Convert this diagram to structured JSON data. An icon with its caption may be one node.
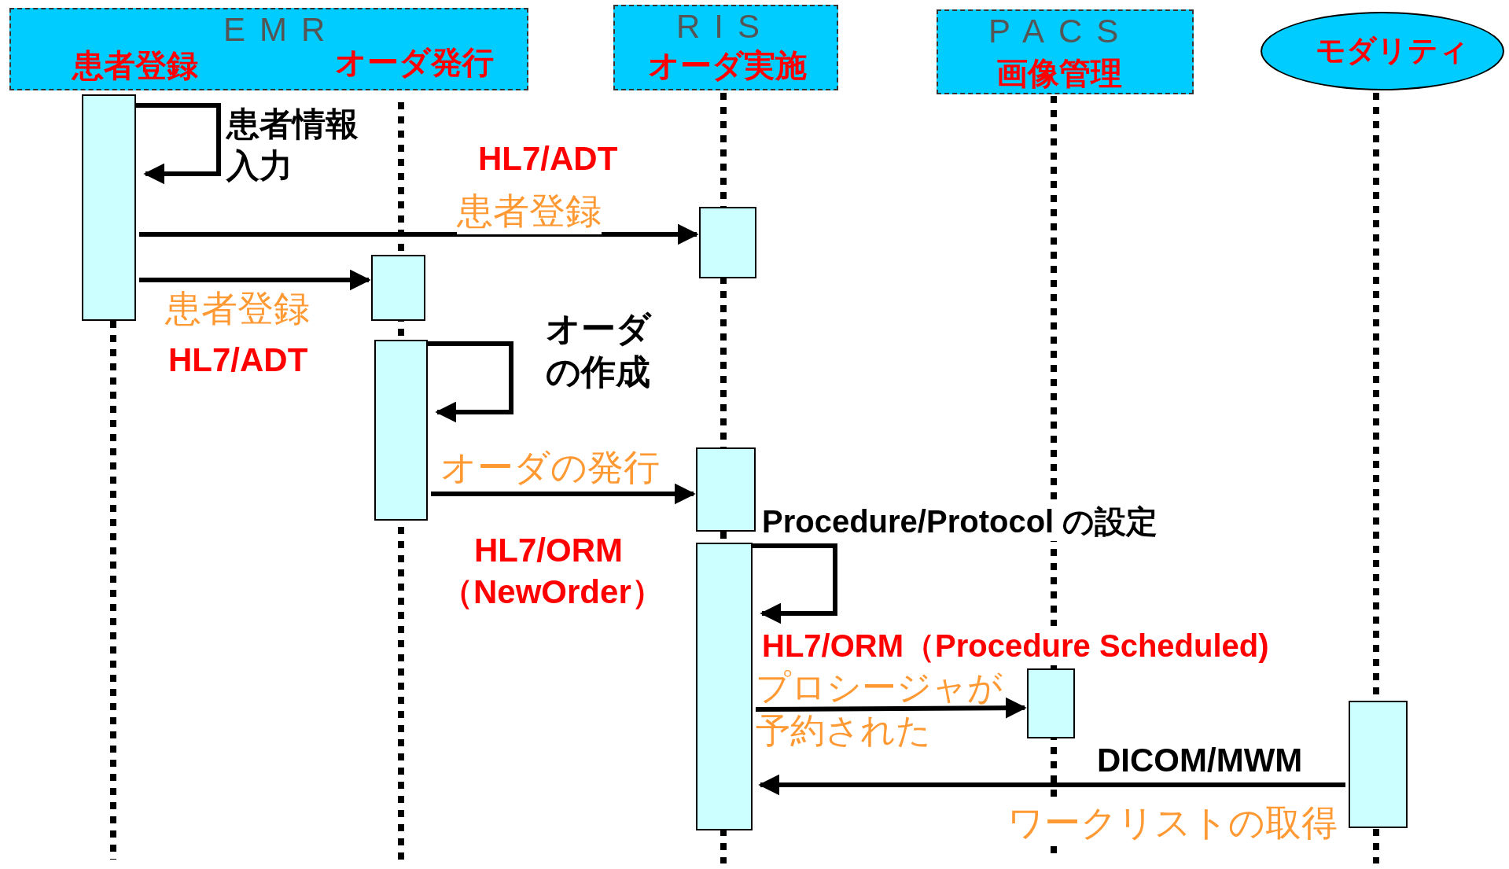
{
  "diagram": {
    "nodes": [
      {
        "text": [
          "EMR",
          "患者登録",
          "オーダ発行"
        ]
      },
      {
        "text": [
          "RIS",
          "オーダ実施"
        ]
      },
      {
        "text": [
          "PACS",
          "画像管理"
        ]
      },
      {
        "text": [
          "モダリティ"
        ]
      },
      {
        "text": [],
        "shape": "box"
      },
      {
        "text": [],
        "shape": "box"
      },
      {
        "text": [],
        "shape": "box"
      },
      {
        "text": [],
        "shape": "box"
      },
      {
        "text": [],
        "shape": "box"
      },
      {
        "text": [],
        "shape": "box"
      },
      {
        "text": [],
        "shape": "box"
      },
      {
        "text": [],
        "shape": "box"
      }
    ],
    "edges": [
      {
        "from": 4,
        "to": 4,
        "arrow": "to",
        "label": "患者情報入力"
      },
      {
        "from": 4,
        "to": 7,
        "arrow": "to",
        "label": "患者登録"
      },
      {
        "from": 4,
        "to": 5,
        "arrow": "to",
        "label": "患者登録"
      },
      {
        "from": 6,
        "to": 6,
        "arrow": "to",
        "label": "オーダの作成"
      },
      {
        "from": 6,
        "to": 8,
        "arrow": "to",
        "label": "オーダの発行"
      },
      {
        "from": 9,
        "to": 9,
        "arrow": "to",
        "label": "Procedure/Protocol の設定"
      },
      {
        "from": 9,
        "to": 10,
        "arrow": "to",
        "label": "プロシージャが予約された"
      },
      {
        "from": 11,
        "to": 9,
        "arrow": "to",
        "label": "ワークリストの取得"
      }
    ],
    "labels": [
      "HL7/ADT",
      "HL7/ADT",
      "HL7/ORM （NewOrder）",
      "HL7/ORM（Procedure Scheduled)",
      "DICOM/MWM"
    ]
  }
}
